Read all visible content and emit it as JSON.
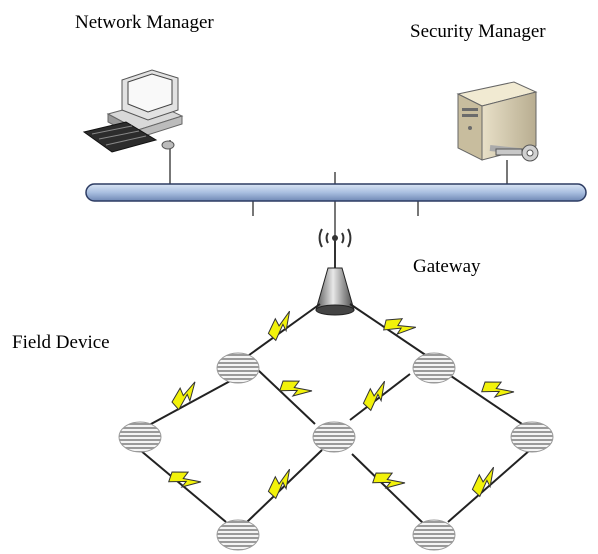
{
  "labels": {
    "network_manager": "Network Manager",
    "security_manager": "Security Manager",
    "gateway": "Gateway",
    "field_device": "Field Device"
  },
  "icons": {
    "network_manager": "desktop-computer-icon",
    "security_manager": "server-with-key-icon",
    "gateway": "wireless-access-point-icon",
    "field_device": "field-device-node-icon",
    "wireless_link": "lightning-bolt-icon"
  },
  "colors": {
    "bus": "#a9bfe0",
    "bolt": "#f2f20a"
  }
}
